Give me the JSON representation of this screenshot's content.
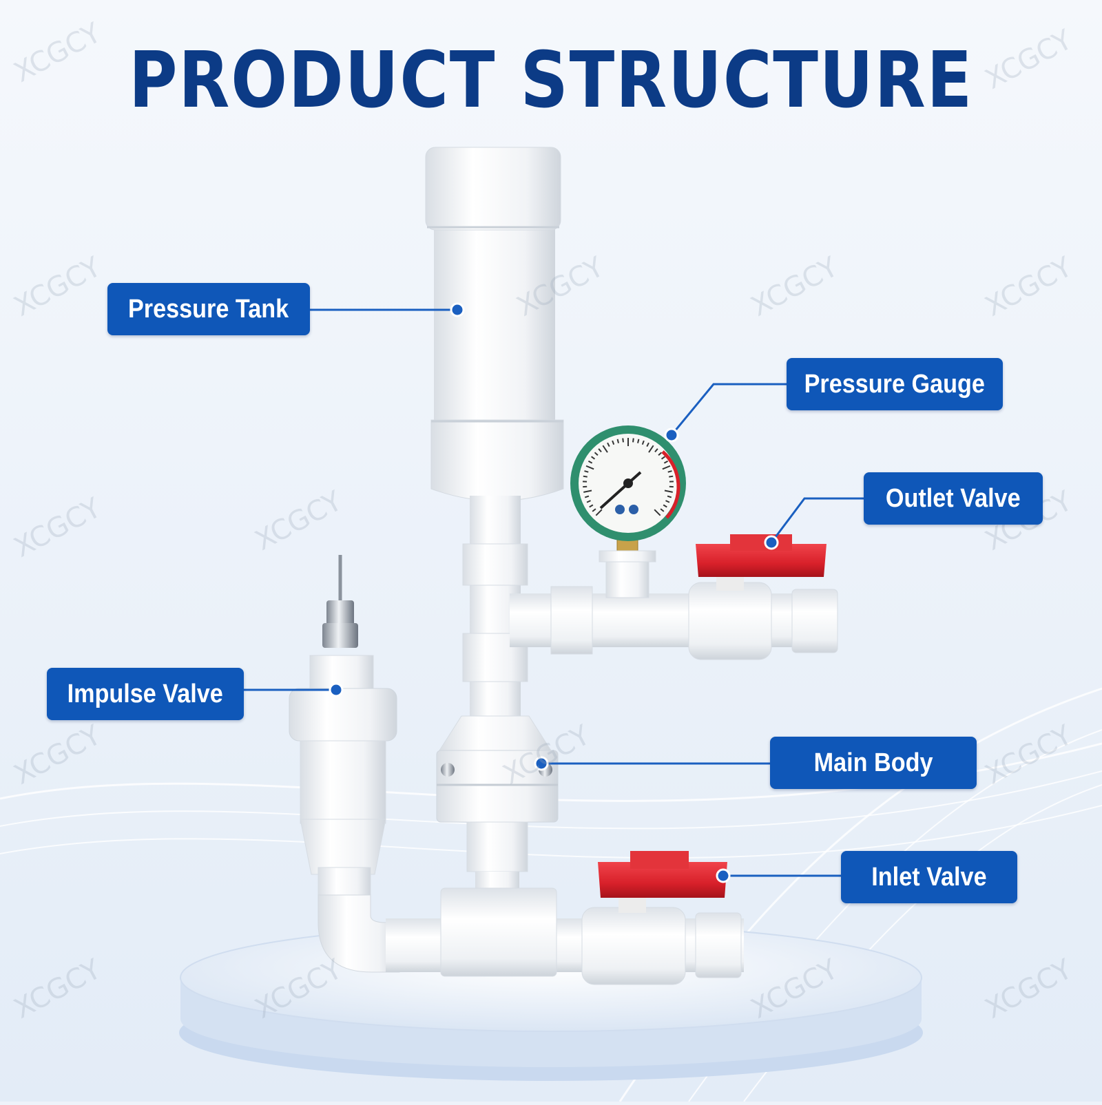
{
  "title": "PRODUCT STRUCTURE",
  "watermark": "XCGCY",
  "colors": {
    "label_bg": "#0f57b8",
    "title": "#0c3b86",
    "leader_line": "#1a5fc0",
    "valve_handle": "#d8202a",
    "pipe": "#f4f6f8",
    "gauge_rim": "#2f8f6e"
  },
  "callouts": [
    {
      "id": "pressure-tank",
      "label": "Pressure Tank"
    },
    {
      "id": "pressure-gauge",
      "label": "Pressure Gauge"
    },
    {
      "id": "outlet-valve",
      "label": "Outlet Valve"
    },
    {
      "id": "impulse-valve",
      "label": "Impulse Valve"
    },
    {
      "id": "main-body",
      "label": "Main Body"
    },
    {
      "id": "inlet-valve",
      "label": "Inlet Valve"
    }
  ]
}
